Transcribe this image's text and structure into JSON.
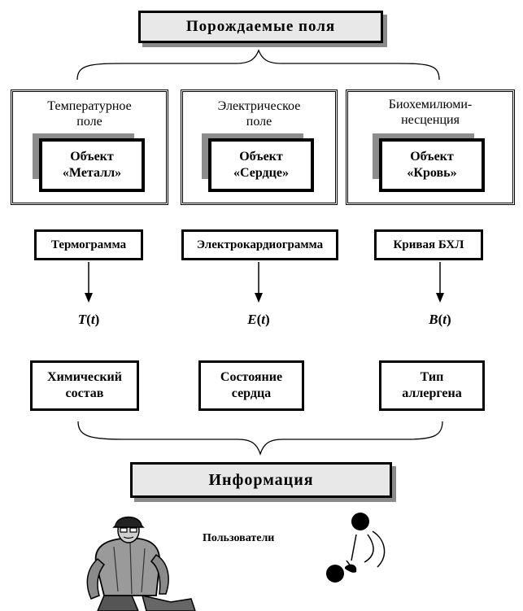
{
  "header": {
    "title": "Порождаемые поля"
  },
  "columns": [
    {
      "field_label": "Температурное\nполе",
      "object_label": "Объект\n«Металл»",
      "record_label": "Термограмма",
      "function": {
        "symbol": "T",
        "arg": "t"
      },
      "result_label": "Химический\nсостав"
    },
    {
      "field_label": "Электрическое\nполе",
      "object_label": "Объект\n«Сердце»",
      "record_label": "Электрокардиограмма",
      "function": {
        "symbol": "E",
        "arg": "t"
      },
      "result_label": "Состояние\nсердца"
    },
    {
      "field_label": "Биохемилюми-\nнесценция",
      "object_label": "Объект\n«Кровь»",
      "record_label": "Кривая БХЛ",
      "function": {
        "symbol": "B",
        "arg": "t"
      },
      "result_label": "Тип\nаллергена"
    }
  ],
  "footer": {
    "title": "Информация",
    "users_label": "Пользователи"
  },
  "icons": {
    "worker": "worker-figure-icon",
    "users": "abstract-users-icon"
  }
}
